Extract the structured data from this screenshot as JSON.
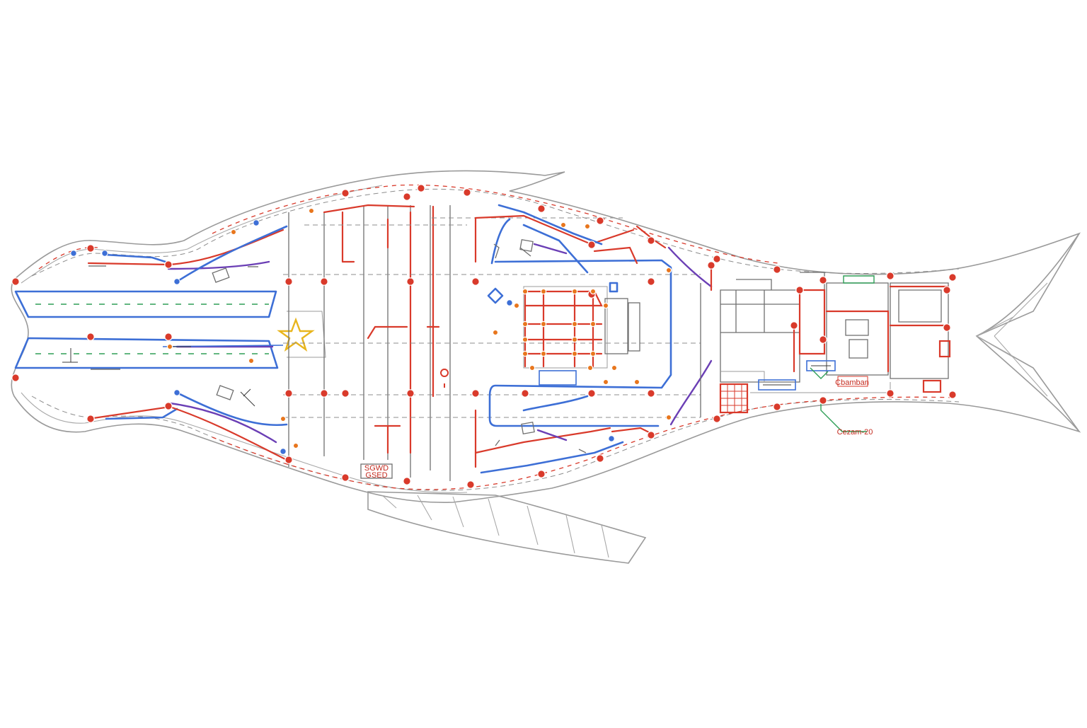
{
  "diagram": {
    "kind": "fish-shaped floor plan",
    "labels": {
      "bottom_box": "SGWD\nGSED",
      "right_caption": "Cbamban",
      "callout": "Cezam-20"
    },
    "colors": {
      "outline": "#9a9a9a",
      "red_route": "#d93a2b",
      "blue_route": "#3d6fd6",
      "purple_route": "#6b3fb5",
      "green_route": "#2f9e57",
      "orange_node": "#e8761d",
      "star": "#e8b51d"
    },
    "icons": [
      "star-icon",
      "route-node-marker"
    ]
  }
}
